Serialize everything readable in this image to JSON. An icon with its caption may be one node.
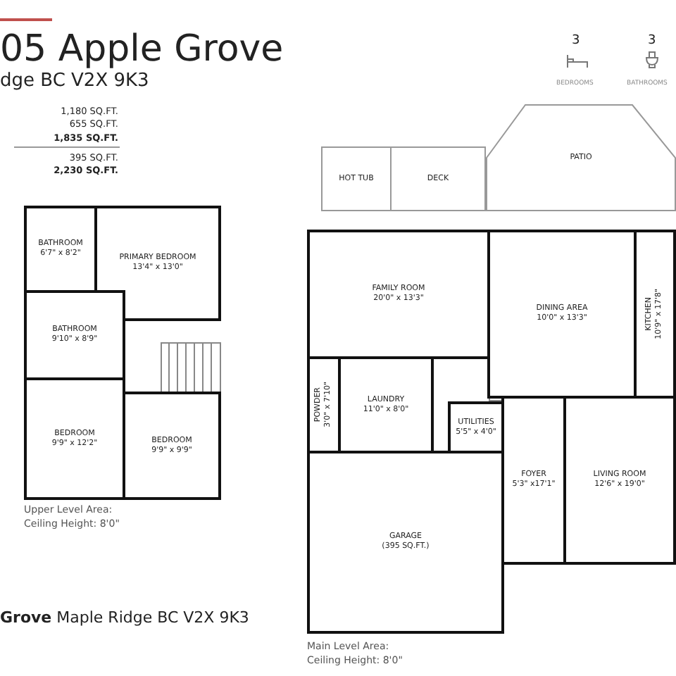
{
  "diagram": {
    "title": "05 Apple Grove",
    "nodes": [
      {
        "text": [
          "BATHROOM",
          "6'7\" x 8'2\""
        ]
      },
      {
        "text": [
          "PRIMARY BEDROOM",
          "13'4\" x 13'0\""
        ]
      },
      {
        "text": [
          "BATHROOM",
          "9'10\" x 8'9\""
        ]
      },
      {
        "text": [
          "BEDROOM",
          "9'9\" x 12'2\""
        ]
      },
      {
        "text": [
          "BEDROOM",
          "9'9\" x 9'9\""
        ]
      },
      {
        "text": [
          "HOT TUB"
        ]
      },
      {
        "text": [
          "DECK"
        ]
      },
      {
        "text": [
          "PATIO"
        ]
      },
      {
        "text": [
          "FAMILY ROOM",
          "20'0\" x 13'3\""
        ]
      },
      {
        "text": [
          "DINING AREA",
          "10'0\" x 13'3\""
        ]
      },
      {
        "text": [
          "KITCHEN",
          "10'9\" x 17'8\""
        ]
      },
      {
        "text": [
          "POWDER",
          "3'0\" x 7'10\""
        ]
      },
      {
        "text": [
          "LAUNDRY",
          "11'0\" x 8'0\""
        ]
      },
      {
        "text": [
          "UTILITIES",
          "5'5\" x 4'0\""
        ]
      },
      {
        "text": [
          "FOYER",
          "5'3\" x17'1\""
        ]
      },
      {
        "text": [
          "LIVING ROOM",
          "12'6\" x 19'0\""
        ]
      },
      {
        "text": [
          "GARAGE",
          "(395 SQ.FT.)"
        ]
      }
    ],
    "labels": [
      "dge BC V2X 9K3",
      "1,180 SQ.FT.",
      "655 SQ.FT.",
      "1,835 SQ.FT.",
      "395 SQ.FT.",
      "2,230 SQ.FT.",
      "3",
      "BEDROOMS",
      "3",
      "BATHROOMS",
      "Upper Level Area:",
      "Ceiling Height: 8'0\"",
      "Main Level Area:",
      "Ceiling Height: 8'0\"",
      "**Grove** Maple Ridge BC V2X 9K3"
    ]
  }
}
